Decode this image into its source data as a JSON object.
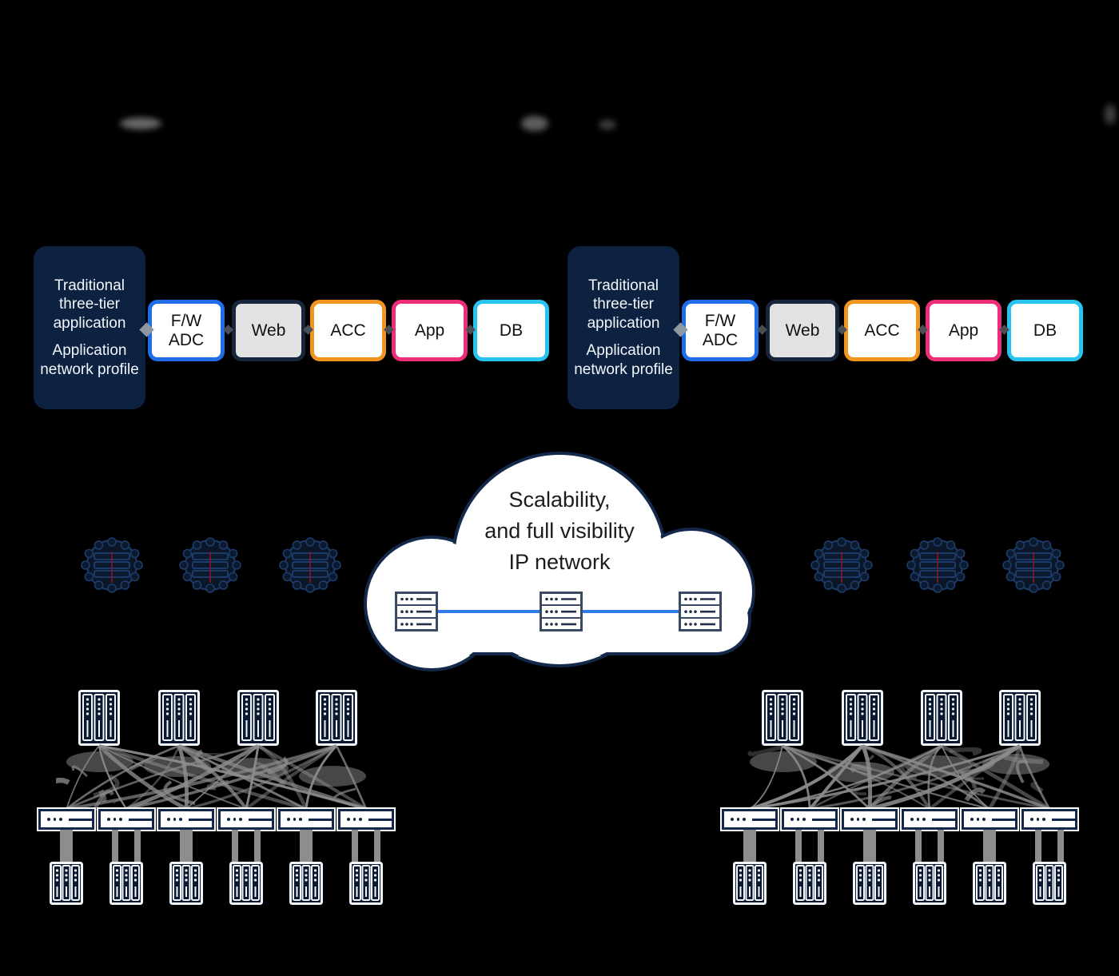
{
  "colors": {
    "panel_navy": "#0d2240",
    "panel_text": "#f2f6fa",
    "tier_text": "#111111",
    "cloud_fill": "#ffffff",
    "cloud_stroke": "#13284a",
    "cloud_text": "#1c1c1c",
    "link_blue": "#2e7de9",
    "mesh_gray": "#8d8d8d",
    "icon_stroke": "#f3f6fa",
    "icon_fill": "#0a1830",
    "leaf_detail": "#13284a",
    "gear_navy": "#1d3b69",
    "gear_red": "#8a1622",
    "border_blue": "#1f6ee8",
    "border_dark": "#17263c",
    "border_orange": "#f29420",
    "border_pink": "#ee2d7a",
    "border_cyan": "#2ac2f0",
    "web_fill": "#e2e2e2"
  },
  "app_profiles": [
    {
      "side": "left",
      "panel_title": "Traditional three-tier application",
      "panel_subtitle": "Application network profile",
      "tiers": [
        {
          "label": "F/W ADC",
          "lines": [
            "F/W",
            "ADC"
          ],
          "border_color": "#1f6ee8",
          "fill_color": "#ffffff"
        },
        {
          "label": "Web",
          "lines": [
            "Web"
          ],
          "border_color": "#17263c",
          "fill_color": "#e2e2e2"
        },
        {
          "label": "ACC",
          "lines": [
            "ACC"
          ],
          "border_color": "#f29420",
          "fill_color": "#ffffff"
        },
        {
          "label": "App",
          "lines": [
            "App"
          ],
          "border_color": "#ee2d7a",
          "fill_color": "#ffffff"
        },
        {
          "label": "DB",
          "lines": [
            "DB"
          ],
          "border_color": "#2ac2f0",
          "fill_color": "#ffffff"
        }
      ]
    },
    {
      "side": "right",
      "panel_title": "Traditional three-tier application",
      "panel_subtitle": "Application network profile",
      "tiers": [
        {
          "label": "F/W ADC",
          "lines": [
            "F/W",
            "ADC"
          ],
          "border_color": "#1f6ee8",
          "fill_color": "#ffffff"
        },
        {
          "label": "Web",
          "lines": [
            "Web"
          ],
          "border_color": "#17263c",
          "fill_color": "#e2e2e2"
        },
        {
          "label": "ACC",
          "lines": [
            "ACC"
          ],
          "border_color": "#f29420",
          "fill_color": "#ffffff"
        },
        {
          "label": "App",
          "lines": [
            "App"
          ],
          "border_color": "#ee2d7a",
          "fill_color": "#ffffff"
        },
        {
          "label": "DB",
          "lines": [
            "DB"
          ],
          "border_color": "#2ac2f0",
          "fill_color": "#ffffff"
        }
      ]
    }
  ],
  "cloud": {
    "lines": [
      "Scalability,",
      "and full visibility",
      "IP network"
    ],
    "server_count": 3
  },
  "gear_clusters": [
    {
      "side": "left",
      "count": 3
    },
    {
      "side": "right",
      "count": 3
    }
  ],
  "fabric_pods": [
    {
      "side": "left",
      "spine_count": 4,
      "leaf_count": 6,
      "rack_count": 6
    },
    {
      "side": "right",
      "spine_count": 4,
      "leaf_count": 6,
      "rack_count": 6
    }
  ]
}
